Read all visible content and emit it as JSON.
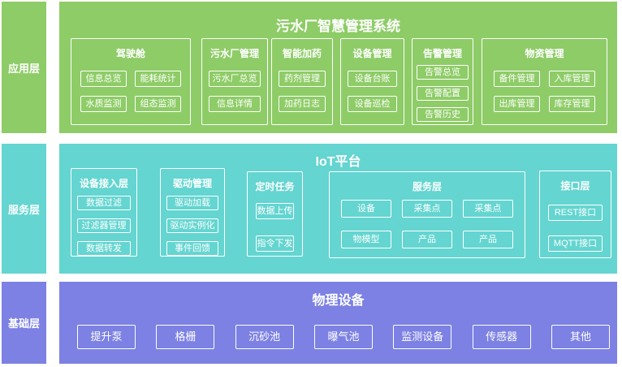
{
  "colors": {
    "application_layer": "#8ecc67",
    "service_layer": "#64d5d0",
    "base_layer": "#7c81e3",
    "text": "#ffffff"
  },
  "app_layer": {
    "label": "应用层",
    "title": "污水厂智慧管理系统",
    "groups": [
      {
        "title": "驾驶舱",
        "items": [
          "信息总览",
          "能耗统计",
          "水质监测",
          "组态监测"
        ]
      },
      {
        "title": "污水厂管理",
        "items": [
          "污水厂总览",
          "信息详情"
        ]
      },
      {
        "title": "智能加药",
        "items": [
          "药剂管理",
          "加药日志"
        ]
      },
      {
        "title": "设备管理",
        "items": [
          "设备台账",
          "设备巡检"
        ]
      },
      {
        "title": "告警管理",
        "items": [
          "告警总览",
          "告警配置",
          "告警历史"
        ]
      },
      {
        "title": "物资管理",
        "items": [
          "备件管理",
          "入库管理",
          "出库管理",
          "库存管理"
        ]
      }
    ]
  },
  "service_layer": {
    "label": "服务层",
    "title": "IoT平台",
    "groups": [
      {
        "title": "设备接入层",
        "items": [
          "数据过滤",
          "过滤器管理",
          "数据转发"
        ]
      },
      {
        "title": "驱动管理",
        "items": [
          "驱动加载",
          "驱动实例化",
          "事件回馈"
        ]
      },
      {
        "title": "定时任务",
        "items": [
          "数据上传",
          "指令下发"
        ]
      },
      {
        "title": "服务层",
        "items": [
          "设备",
          "采集点",
          "采集点",
          "物模型",
          "产品",
          "产品"
        ]
      },
      {
        "title": "接口层",
        "items": [
          "REST接口",
          "MQTT接口"
        ]
      }
    ]
  },
  "base_layer": {
    "label": "基础层",
    "title": "物理设备",
    "items": [
      "提升泵",
      "格栅",
      "沉砂池",
      "曝气池",
      "监测设备",
      "传感器",
      "其他"
    ]
  }
}
